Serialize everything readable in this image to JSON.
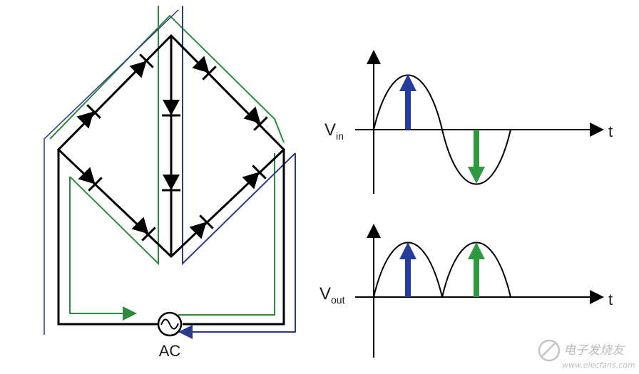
{
  "circuit": {
    "source_label": "AC"
  },
  "waveforms": {
    "input_label_main": "V",
    "input_label_sub": "in",
    "output_label_main": "V",
    "output_label_sub": "out",
    "time_axis_label": "t"
  },
  "colors": {
    "circuit_line": "#000000",
    "green_path": "#2e8b3d",
    "blue_path": "#2a3a8c",
    "arrow_blue": "#273d9c",
    "arrow_green": "#2f9a3f"
  },
  "watermark": {
    "text": "电子发烧友",
    "url": "www.elecfans.com"
  }
}
